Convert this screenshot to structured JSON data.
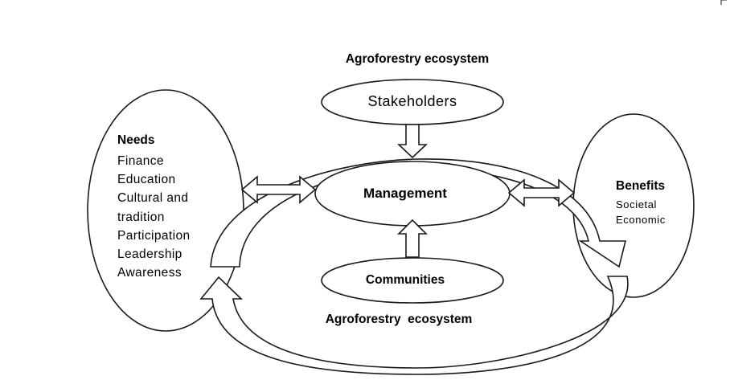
{
  "top_label": "Agroforestry ecosystem",
  "bottom_label": "Agroforestry  ecosystem",
  "nodes": {
    "stakeholders": "Stakeholders",
    "management": "Management",
    "communities": "Communities"
  },
  "needs": {
    "title": "Needs",
    "items": [
      "Finance",
      "Education",
      "Cultural and",
      "tradition",
      "Participation",
      "Leadership",
      "Awareness"
    ]
  },
  "benefits": {
    "title": "Benefits",
    "items": [
      "Societal",
      "Economic"
    ]
  }
}
